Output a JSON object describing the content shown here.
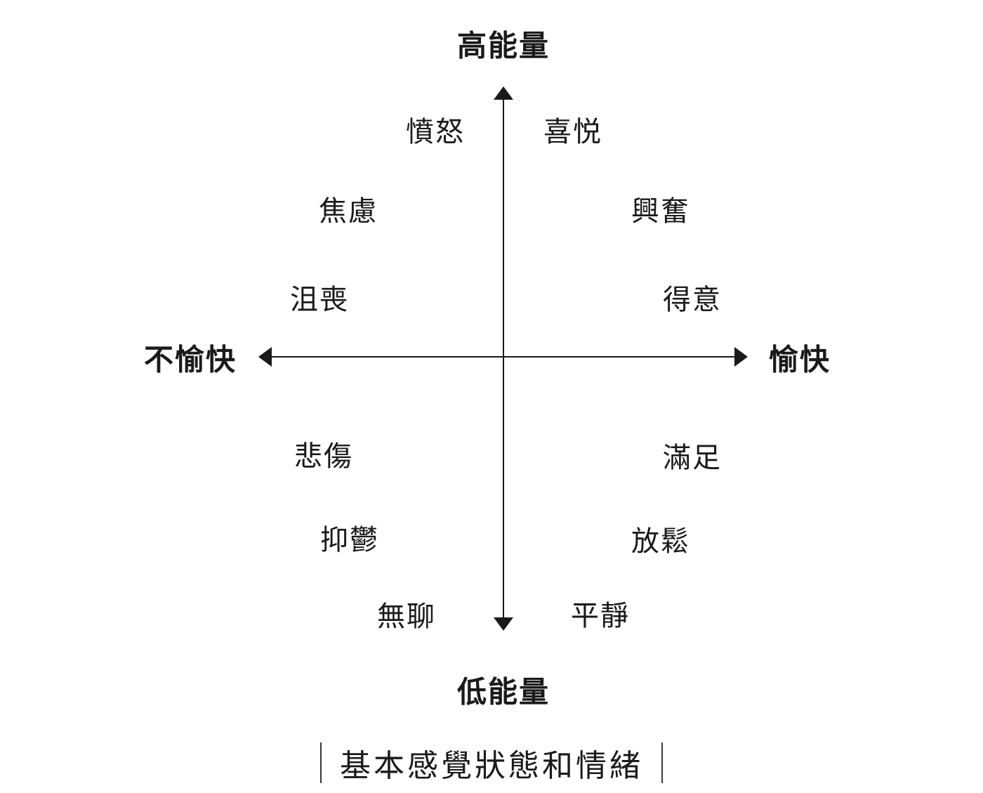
{
  "axes": {
    "vertical": {
      "top_label": "高能量",
      "bottom_label": "低能量"
    },
    "horizontal": {
      "left_label": "不愉快",
      "right_label": "愉快"
    }
  },
  "quadrants": {
    "top_left": [
      "憤怒",
      "焦慮",
      "沮喪"
    ],
    "top_right": [
      "喜悦",
      "興奮",
      "得意"
    ],
    "bottom_left": [
      "悲傷",
      "抑鬱",
      "無聊"
    ],
    "bottom_right": [
      "滿足",
      "放鬆",
      "平靜"
    ]
  },
  "caption": "基本感覺狀態和情緒",
  "colors": {
    "background": "#ffffff",
    "text": "#1a1a1a",
    "axis": "#1a1a1a"
  }
}
